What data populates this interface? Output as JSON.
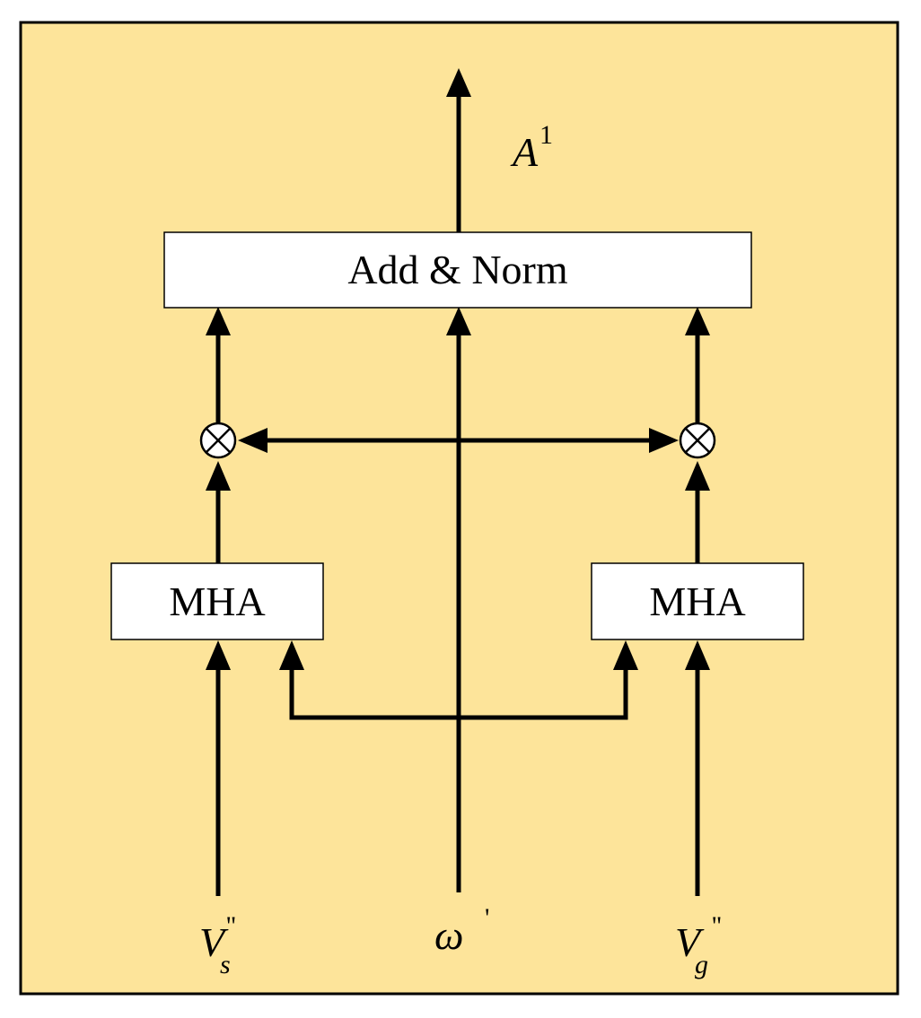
{
  "diagram": {
    "background": "#FDE49A",
    "boxes": {
      "add_norm": "Add & Norm",
      "mha_left": "MHA",
      "mha_right": "MHA"
    },
    "labels": {
      "output": {
        "base": "A",
        "sup": "1"
      },
      "input_left": {
        "base": "V",
        "sub": "s",
        "sup": "''"
      },
      "input_center": {
        "base": "ω",
        "sup": "'"
      },
      "input_right": {
        "base": "V",
        "sub": "g",
        "sup": "''"
      }
    },
    "operators": {
      "multiply_left": "⊗",
      "multiply_right": "⊗"
    }
  }
}
